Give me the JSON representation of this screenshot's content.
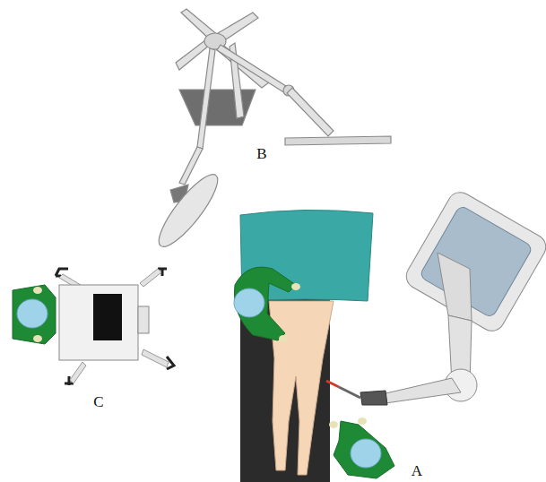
{
  "diagram": {
    "labels": [
      "B",
      "C",
      "A"
    ]
  }
}
